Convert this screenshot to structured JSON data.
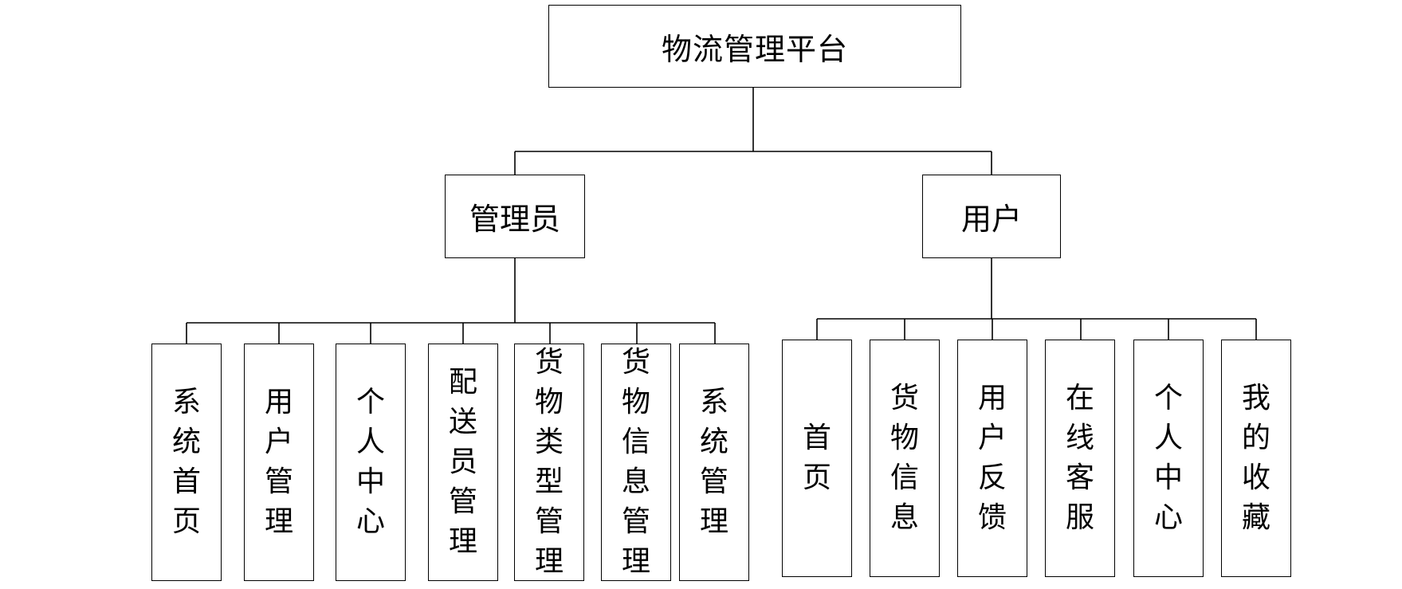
{
  "root": {
    "label": "物流管理平台"
  },
  "roles": [
    {
      "label": "管理员",
      "functions": [
        "系统首页",
        "用户管理",
        "个人中心",
        "配送员管理",
        "货物类型管理",
        "货物信息管理",
        "系统管理"
      ]
    },
    {
      "label": "用户",
      "functions": [
        "首页",
        "货物信息",
        "用户反馈",
        "在线客服",
        "个人中心",
        "我的收藏"
      ]
    }
  ]
}
